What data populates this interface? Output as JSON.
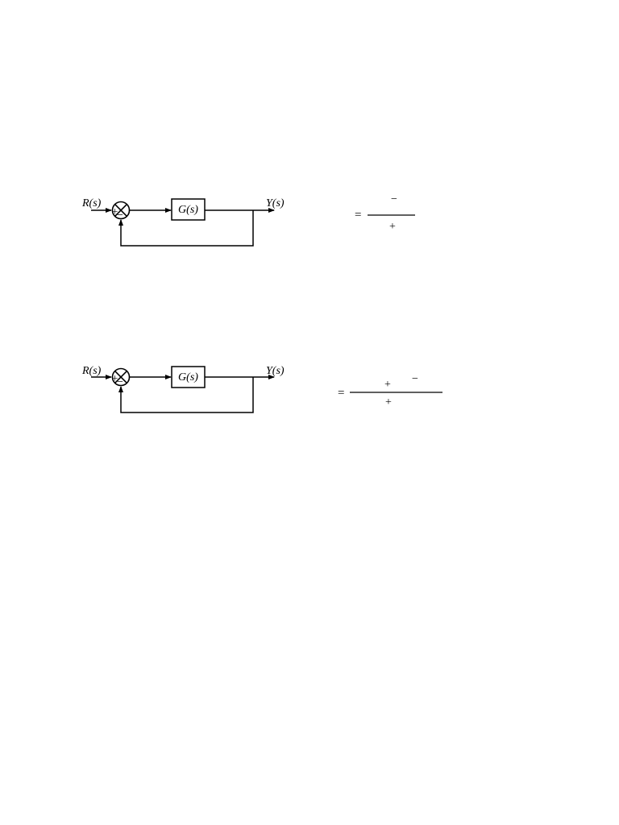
{
  "diagrams": [
    {
      "input_label": "R(s)",
      "block_label": "G(s)",
      "output_label": "Y(s)",
      "sum_plus": "+",
      "sum_minus": "−",
      "equation": {
        "equals": "=",
        "numerator_signs": [
          "−"
        ],
        "denominator_signs": [
          "+"
        ]
      }
    },
    {
      "input_label": "R(s)",
      "block_label": "G(s)",
      "output_label": "Y(s)",
      "sum_plus": "+",
      "sum_minus": "−",
      "equation": {
        "equals": "=",
        "numerator_signs": [
          "+",
          "−"
        ],
        "denominator_signs": [
          "+"
        ]
      }
    }
  ]
}
